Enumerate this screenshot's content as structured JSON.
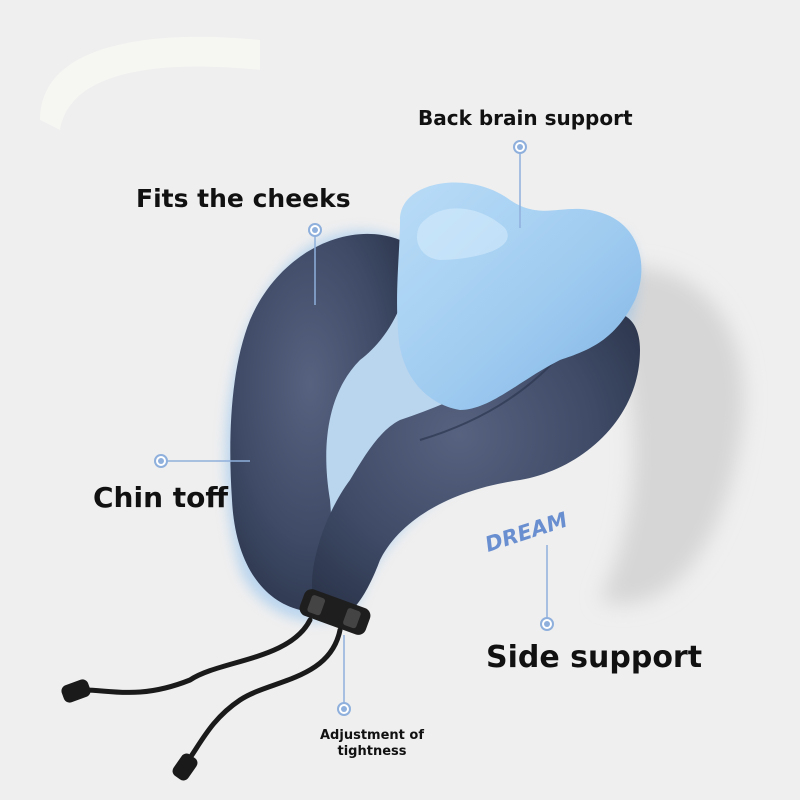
{
  "image": {
    "brand_text": "DREAM",
    "background_color": "#efefef",
    "pillow_color": "#3e4a66",
    "memory_foam_color": "#9fcbf0",
    "callout_color": "#8fb0dc"
  },
  "callouts": {
    "back_brain_support": "Back brain support",
    "fits_the_cheeks": "Fits the cheeks",
    "chin_toff": "Chin toff",
    "side_support": "Side support",
    "adjustment_line1": "Adjustment of",
    "adjustment_line2": "tightness"
  }
}
